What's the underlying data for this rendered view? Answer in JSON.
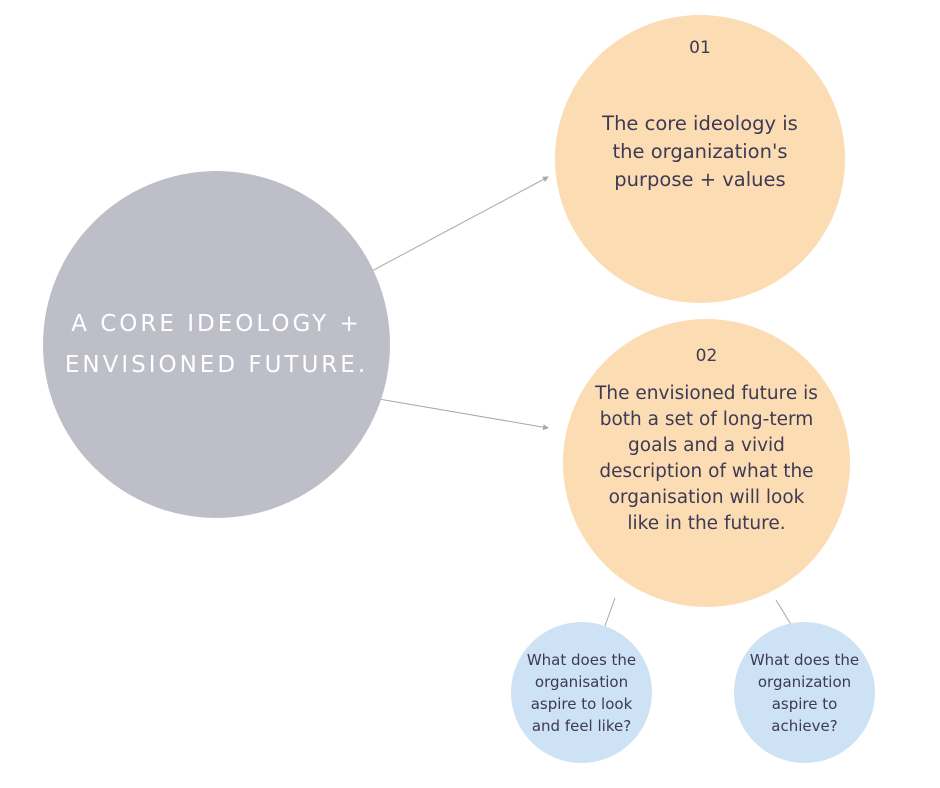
{
  "main_circle": {
    "line1": "A CORE IDEOLOGY +",
    "line2": "ENVISIONED FUTURE."
  },
  "circles": [
    {
      "number": "01",
      "text": "The core ideology is the organization's purpose + values"
    },
    {
      "number": "02",
      "text": "The envisioned future is both a set of long-term goals and a vivid description of what the organisation will look like in the future."
    }
  ],
  "bubbles": [
    {
      "text": "What does the organisation aspire to look and feel like?"
    },
    {
      "text": "What does the organization aspire to achieve?"
    }
  ],
  "colors": {
    "main_circle": "#bdbec8",
    "peach_circle": "#fcdcb3",
    "blue_bubble": "#cde2f4",
    "text_dark": "#3d3a55",
    "connector": "#a8a8a8"
  }
}
